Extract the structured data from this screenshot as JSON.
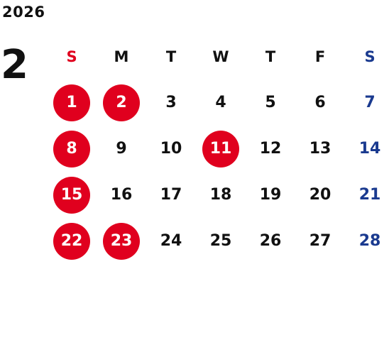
{
  "calendar": {
    "year": "2026",
    "month": "2",
    "weekdays": [
      "S",
      "M",
      "T",
      "W",
      "T",
      "F",
      "S"
    ],
    "colors": {
      "holiday_bg": "#e0001e",
      "sunday_header": "#e0001e",
      "saturday": "#1a3a8f",
      "text": "#111111"
    },
    "weeks": [
      [
        {
          "day": "1",
          "holiday": true
        },
        {
          "day": "2",
          "holiday": true
        },
        {
          "day": "3",
          "holiday": false
        },
        {
          "day": "4",
          "holiday": false
        },
        {
          "day": "5",
          "holiday": false
        },
        {
          "day": "6",
          "holiday": false
        },
        {
          "day": "7",
          "holiday": false
        }
      ],
      [
        {
          "day": "8",
          "holiday": true
        },
        {
          "day": "9",
          "holiday": false
        },
        {
          "day": "10",
          "holiday": false
        },
        {
          "day": "11",
          "holiday": true
        },
        {
          "day": "12",
          "holiday": false
        },
        {
          "day": "13",
          "holiday": false
        },
        {
          "day": "14",
          "holiday": false
        }
      ],
      [
        {
          "day": "15",
          "holiday": true
        },
        {
          "day": "16",
          "holiday": false
        },
        {
          "day": "17",
          "holiday": false
        },
        {
          "day": "18",
          "holiday": false
        },
        {
          "day": "19",
          "holiday": false
        },
        {
          "day": "20",
          "holiday": false
        },
        {
          "day": "21",
          "holiday": false
        }
      ],
      [
        {
          "day": "22",
          "holiday": true
        },
        {
          "day": "23",
          "holiday": true
        },
        {
          "day": "24",
          "holiday": false
        },
        {
          "day": "25",
          "holiday": false
        },
        {
          "day": "26",
          "holiday": false
        },
        {
          "day": "27",
          "holiday": false
        },
        {
          "day": "28",
          "holiday": false
        }
      ]
    ]
  }
}
